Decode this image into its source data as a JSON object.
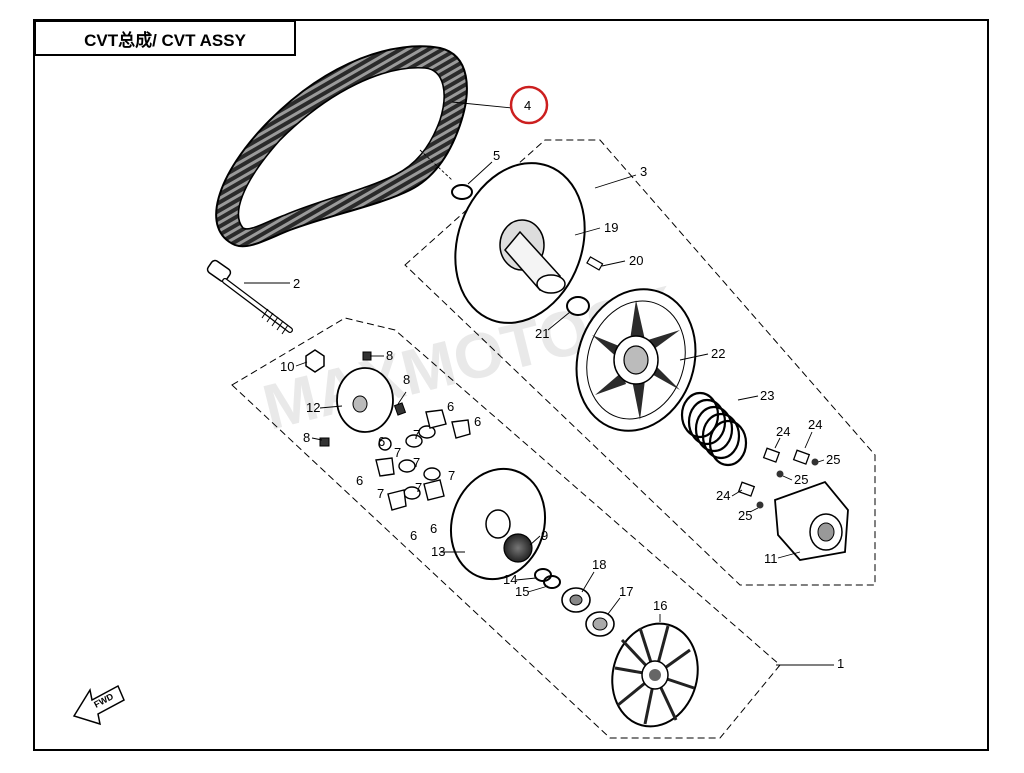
{
  "title": "CVT总成/ CVT ASSY",
  "watermark": "MAXMOTOSK",
  "direction_marker": "FWD",
  "highlight_color": "#cc1f1f",
  "highlighted_callout": "4",
  "callouts": {
    "c1": "1",
    "c2": "2",
    "c3": "3",
    "c4": "4",
    "c5": "5",
    "c6a": "6",
    "c6b": "6",
    "c6c": "6",
    "c6d": "6",
    "c6e": "6",
    "c6f": "6",
    "c7a": "7",
    "c7b": "7",
    "c7c": "7",
    "c7d": "7",
    "c7e": "7",
    "c7f": "7",
    "c8a": "8",
    "c8b": "8",
    "c8c": "8",
    "c9": "9",
    "c10": "10",
    "c11": "11",
    "c12": "12",
    "c13": "13",
    "c14": "14",
    "c15": "15",
    "c16": "16",
    "c17": "17",
    "c18": "18",
    "c19": "19",
    "c20": "20",
    "c21": "21",
    "c22": "22",
    "c23": "23",
    "c24a": "24",
    "c24b": "24",
    "c24c": "24",
    "c25a": "25",
    "c25b": "25",
    "c25c": "25"
  }
}
